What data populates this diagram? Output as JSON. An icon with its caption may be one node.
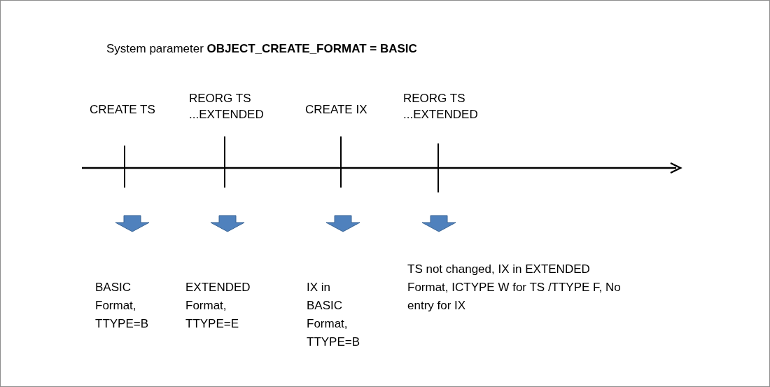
{
  "diagram": {
    "title": "System parameter **OBJECT_CREATE_FORMAT = BASIC**",
    "nodes": [
      {
        "text": [
          "CREATE TS"
        ]
      },
      {
        "text": [
          "REORG TS ...EXTENDED"
        ]
      },
      {
        "text": [
          "CREATE IX"
        ]
      },
      {
        "text": [
          "REORG TS ...EXTENDED"
        ]
      },
      {
        "text": [
          "BASIC Format, TTYPE=B"
        ]
      },
      {
        "text": [
          "EXTENDED Format, TTYPE=E"
        ]
      },
      {
        "text": [
          "IX in BASIC Format, TTYPE=B"
        ]
      },
      {
        "text": [
          "TS not changed, IX in EXTENDED Format, ICTYPE W for TS /TTYPE F, No entry for IX"
        ]
      }
    ]
  }
}
